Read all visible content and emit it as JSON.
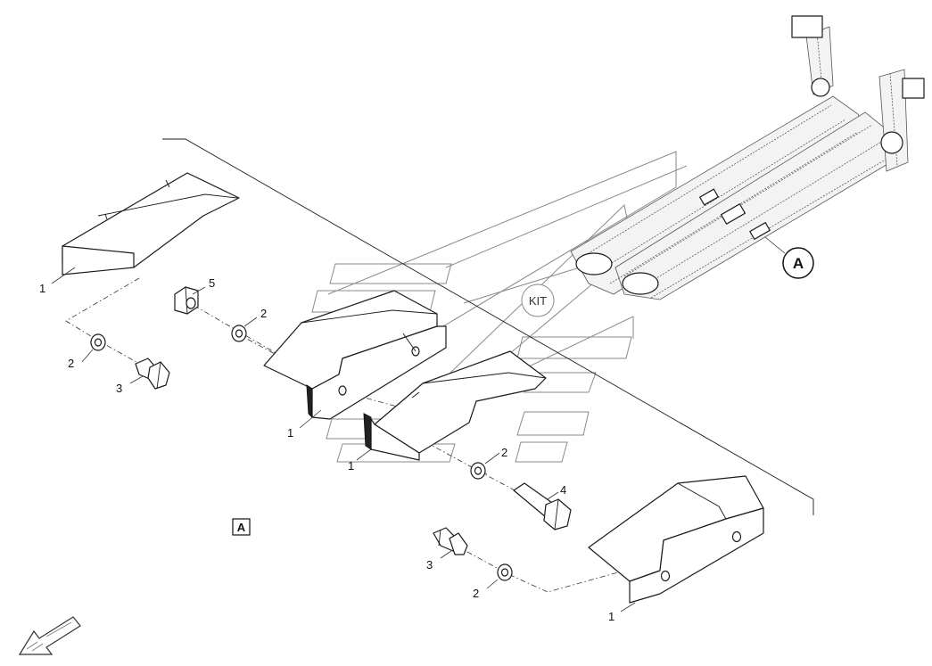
{
  "callouts": {
    "c1a": "1",
    "c1b": "1",
    "c1c": "1",
    "c1d": "1",
    "c2a": "2",
    "c2b": "2",
    "c2c": "2",
    "c2d": "2",
    "c3a": "3",
    "c3b": "3",
    "c4": "4",
    "c5": "5"
  },
  "detail_marker": "A",
  "view_label": "A",
  "kit_label": "KIT"
}
